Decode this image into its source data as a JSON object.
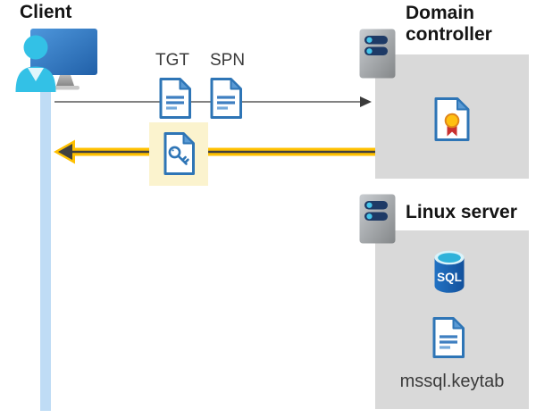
{
  "diagram": {
    "client": {
      "label": "Client"
    },
    "request_flow": {
      "tgt_label": "TGT",
      "spn_label": "SPN",
      "direction": "client-to-domain-controller"
    },
    "response_flow": {
      "direction": "domain-controller-to-client",
      "highlighted": true
    },
    "domain_controller": {
      "label": "Domain controller"
    },
    "linux_server": {
      "label": "Linux server",
      "sql_label": "SQL",
      "keytab_label": "mssql.keytab"
    }
  },
  "icons": {
    "client": "user-at-monitor-icon",
    "domain_controller": "server-icon",
    "linux_server": "server-icon",
    "tgt": "document-icon",
    "spn": "document-icon",
    "service_ticket": "key-document-icon",
    "certificate": "certificate-document-icon",
    "database": "sql-database-icon",
    "keytab_file": "document-icon"
  },
  "colors": {
    "accent_yellow": "#ffc000",
    "highlight_yellow": "#fbf3ce",
    "box_gray": "#d9d9d9",
    "lifeline_blue": "#bfdcf5",
    "doc_blue": "#2e75b6",
    "doc_fold_blue": "#5b9bd5",
    "arrow_gray": "#595959",
    "arrow_dark": "#404040",
    "server_bar_navy": "#1e3a66",
    "server_dot_cyan": "#45c6eb",
    "seal_yellow": "#ffc011",
    "ribbon_red": "#c9302f",
    "text_dark": "#151515",
    "text_gray": "#3b3b3b"
  }
}
